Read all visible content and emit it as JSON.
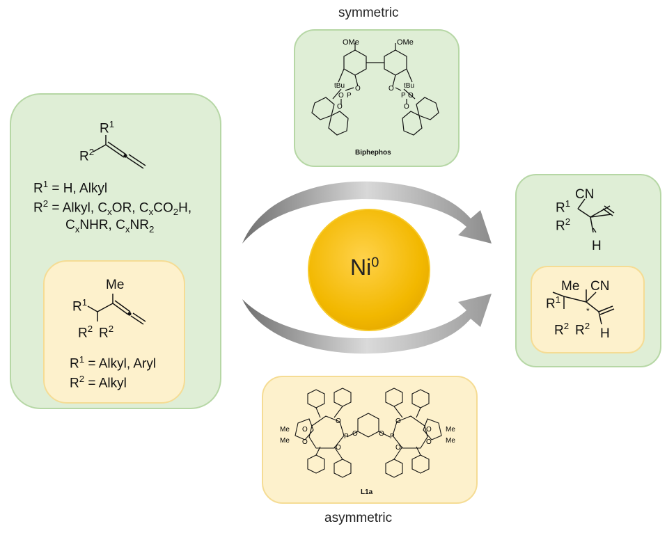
{
  "labels": {
    "top": "symmetric",
    "bottom": "asymmetric"
  },
  "center": {
    "metal": "Ni",
    "oxidation": "0"
  },
  "ligand_top": {
    "name": "Biphephos",
    "groups": {
      "ome": "OMe",
      "tbu": "tBu",
      "o": "O",
      "p": "P"
    }
  },
  "ligand_bottom": {
    "name": "L1a",
    "groups": {
      "me": "Me",
      "o": "O",
      "p": "P"
    }
  },
  "substrate": {
    "r1": "R",
    "r1_sup": "1",
    "r2": "R",
    "r2_sup": "2",
    "def1_prefix": "R",
    "def1_sup": "1",
    "def1_text": " = H, Alkyl",
    "def2_prefix": "R",
    "def2_sup": "2",
    "def2_a": " = Alkyl, C",
    "def2_x1": "x",
    "def2_b": "OR, C",
    "def2_x2": "x",
    "def2_c": "CO",
    "def2_2": "2",
    "def2_d": "H,",
    "def3_a": "C",
    "def3_x1": "x",
    "def3_b": "NHR, C",
    "def3_x2": "x",
    "def3_c": "NR",
    "def3_2": "2"
  },
  "substrate_sub": {
    "me": "Me",
    "r1": "R",
    "r1_sup": "1",
    "r2": "R",
    "r2_sup": "2",
    "def1_prefix": "R",
    "def1_sup": "1",
    "def1_text": " = Alkyl, Aryl",
    "def2_prefix": "R",
    "def2_sup": "2",
    "def2_text": " = Alkyl"
  },
  "product": {
    "cn": "CN",
    "r1": "R",
    "r1_sup": "1",
    "r2": "R",
    "r2_sup": "2",
    "h": "H"
  },
  "product_sub": {
    "me": "Me",
    "cn": "CN",
    "r1": "R",
    "r1_sup": "1",
    "r2": "R",
    "r2_sup": "2",
    "star": "*",
    "h": "H"
  },
  "colors": {
    "green_panel": "#dfeed6",
    "yellow_panel": "#fdf1cc",
    "ni_gold": "#f2b800",
    "arrow_gray": "#8c8c8c"
  }
}
